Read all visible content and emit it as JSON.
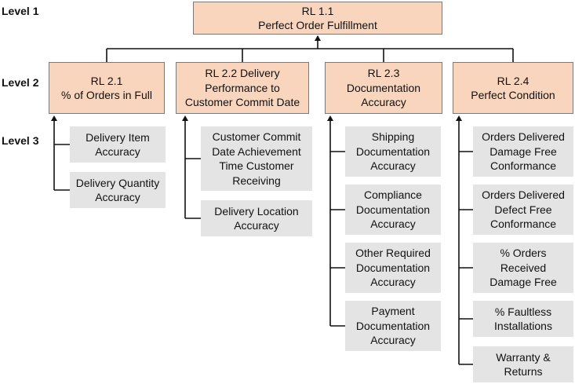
{
  "levels": {
    "level1": "Level 1",
    "level2": "Level 2",
    "level3": "Level 3"
  },
  "root": {
    "title": "RL 1.1\nPerfect Order Fulfillment"
  },
  "level2": [
    {
      "title": "RL 2.1\n% of Orders in Full",
      "children": [
        "Delivery Item\nAccuracy",
        "Delivery Quantity\nAccuracy"
      ]
    },
    {
      "title": "RL 2.2 Delivery\nPerformance to\nCustomer Commit Date",
      "children": [
        "Customer Commit\nDate Achievement\nTime Customer\nReceiving",
        "Delivery Location\nAccuracy"
      ]
    },
    {
      "title": "RL 2.3\nDocumentation\nAccuracy",
      "children": [
        "Shipping\nDocumentation\nAccuracy",
        "Compliance\nDocumentation\nAccuracy",
        "Other Required\nDocumentation\nAccuracy",
        "Payment\nDocumentation\nAccuracy"
      ]
    },
    {
      "title": "RL 2.4\nPerfect Condition",
      "children": [
        "Orders Delivered\nDamage Free\nConformance",
        "Orders Delivered\nDefect Free\nConformance",
        "% Orders\nReceived\nDamage Free",
        "% Faultless\nInstallations",
        "Warranty &\nReturns"
      ]
    }
  ],
  "colors": {
    "level1_2_fill": "#f9d5bd",
    "level3_fill": "#e4e4e4",
    "border": "#7a7a7a",
    "connector": "#111111"
  }
}
